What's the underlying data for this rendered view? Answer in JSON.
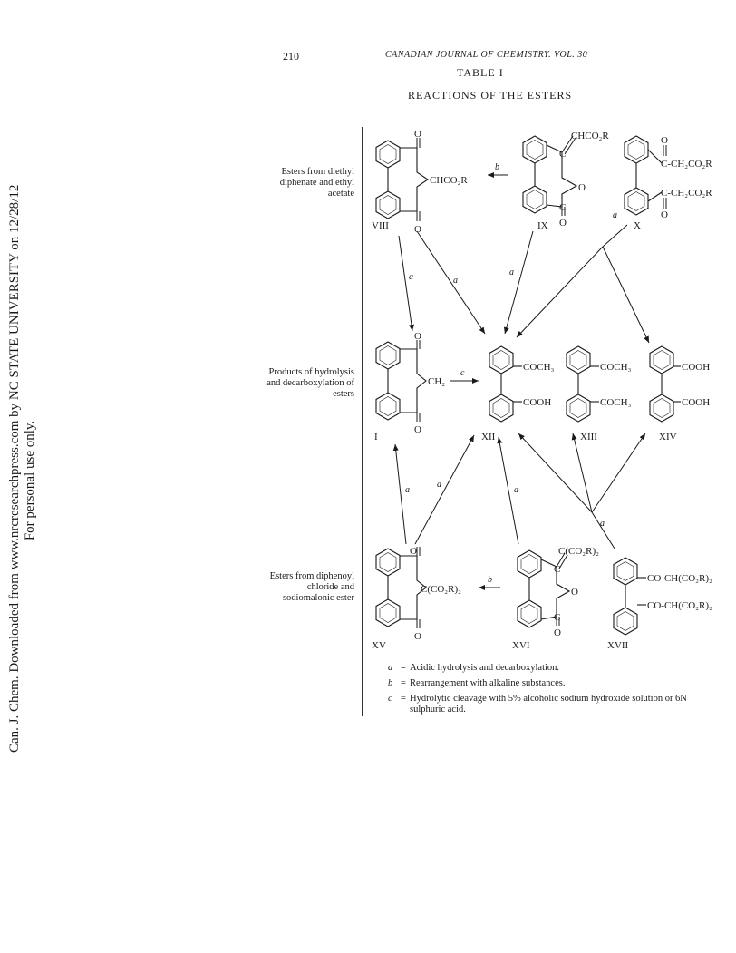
{
  "header": {
    "page_number": "210",
    "running_head": "CANADIAN JOURNAL OF CHEMISTRY. VOL. 30",
    "table_title": "TABLE I",
    "table_caption": "REACTIONS OF THE ESTERS"
  },
  "watermark": {
    "line1": "Can. J. Chem. Downloaded from www.nrcresearchpress.com by NC STATE UNIVERSITY on 12/28/12",
    "line2": "For personal use only."
  },
  "row_labels": {
    "esters_diethyl": "Esters from diethyl diphenate and ethyl acetate",
    "products": "Products of hydrolysis and decarboxylation of esters",
    "esters_diphenoyl": "Esters from diphenoyl chloride and sodiomalonic ester"
  },
  "compounds": {
    "VIII": {
      "numeral": "VIII",
      "group": "CHCO₂R",
      "o_top": "O",
      "o_bot": "O"
    },
    "IX": {
      "numeral": "IX",
      "group": "CHCO₂R",
      "ring_o": "O",
      "c_top": "C",
      "c_bot": "C",
      "o_bot": "O"
    },
    "X": {
      "numeral": "X",
      "group_top": "C-CH₂CO₂R",
      "group_bot": "C-CH₂CO₂R",
      "o_top": "O",
      "o_bot": "O"
    },
    "I": {
      "numeral": "I",
      "group": "CH₂",
      "o_top": "O",
      "o_bot": "O"
    },
    "XII": {
      "numeral": "XII",
      "group_top": "COCH₃",
      "group_bot": "COOH"
    },
    "XIII": {
      "numeral": "XIII",
      "group_top": "COCH₃",
      "group_bot": "COCH₃"
    },
    "XIV": {
      "numeral": "XIV",
      "group_top": "COOH",
      "group_bot": "COOH"
    },
    "XV": {
      "numeral": "XV",
      "group": "C(CO₂R)₂",
      "o_top": "O",
      "o_bot": "O"
    },
    "XVI": {
      "numeral": "XVI",
      "group": "C(CO₂R)₂",
      "ring_o": "O",
      "c_top": "C",
      "c_bot": "C",
      "o_bot": "O"
    },
    "XVII": {
      "numeral": "XVII",
      "group_top": "CO-CH(CO₂R)₂",
      "group_bot": "CO-CH(CO₂R)₂"
    }
  },
  "arrow_labels": {
    "a": "a",
    "b": "b",
    "c": "c"
  },
  "legend": [
    {
      "key": "a",
      "text": "Acidic hydrolysis and decarboxylation."
    },
    {
      "key": "b",
      "text": "Rearrangement with alkaline substances."
    },
    {
      "key": "c",
      "text": "Hydrolytic cleavage with 5% alcoholic sodium hydroxide solution or 6N sulphuric acid."
    }
  ]
}
